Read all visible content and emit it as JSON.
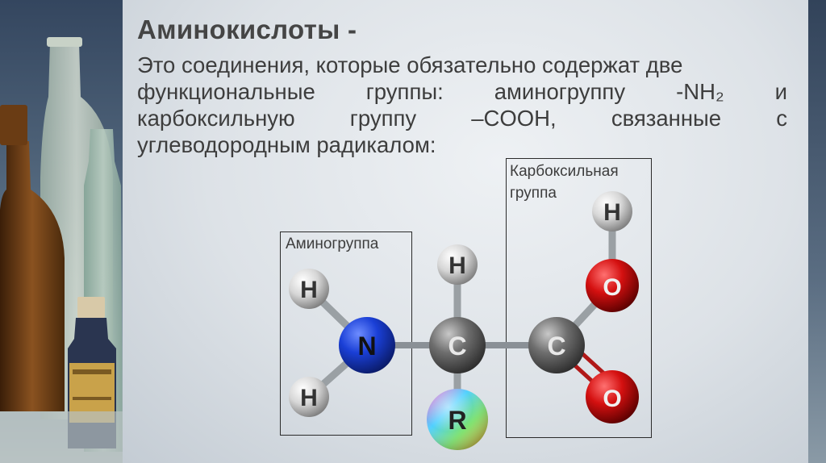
{
  "title": "Аминокислоты -",
  "definition": {
    "line1": "Это соединения, которые обязательно содержат две",
    "line2_words": [
      "функциональные",
      "группы:",
      "аминогруппу",
      "-NH₂",
      "и"
    ],
    "line3_words": [
      "карбоксильную",
      "группу",
      "–COOH,",
      "связанные",
      "с"
    ],
    "line4": "углеводородным радикалом:"
  },
  "labels": {
    "amino_group": "Аминогруппа",
    "carboxyl_group_line1": "Карбоксильная",
    "carboxyl_group_line2": "группа"
  },
  "atoms": {
    "n": "N",
    "h_amino_top": "H",
    "h_amino_bottom": "H",
    "c_alpha": "C",
    "h_alpha": "H",
    "r": "R",
    "c_carboxyl": "C",
    "o_hydroxyl": "O",
    "h_hydroxyl": "H",
    "o_carbonyl": "O"
  },
  "colors": {
    "nitrogen": "#1a3fd6",
    "carbon": "#6e6e6e",
    "hydrogen": "#dcdcdc",
    "oxygen": "#d41010",
    "title_text": "#454545",
    "body_text": "#3d3d3d"
  }
}
